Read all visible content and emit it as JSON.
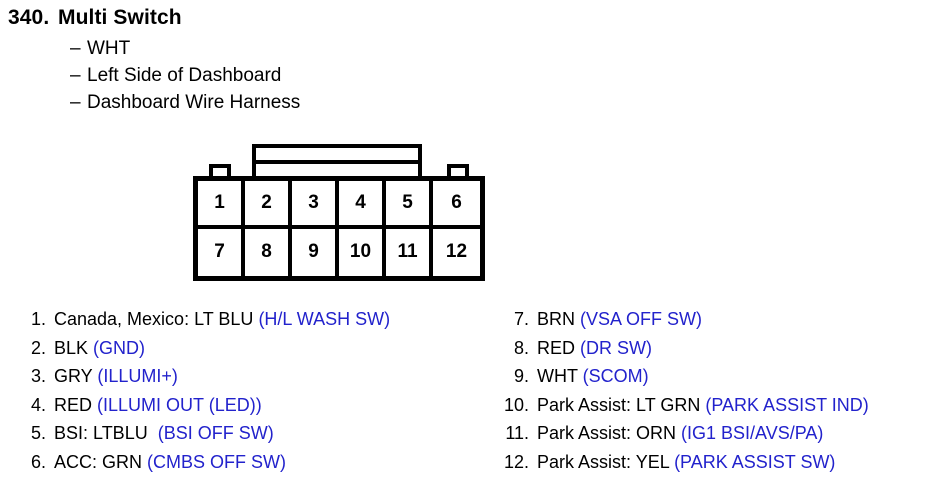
{
  "header": {
    "number": "340.",
    "title": "Multi Switch",
    "dash": "–",
    "details": [
      "WHT",
      "Left Side of Dashboard",
      "Dashboard Wire Harness"
    ]
  },
  "connector": {
    "pins": [
      "1",
      "2",
      "3",
      "4",
      "5",
      "6",
      "7",
      "8",
      "9",
      "10",
      "11",
      "12"
    ]
  },
  "colors": {
    "signal_blue": "#2222cc",
    "text_black": "#000000",
    "background": "#ffffff"
  },
  "pin_list_left": [
    {
      "num": "1.",
      "desc": "Canada, Mexico: LT BLU ",
      "sig": "(H/L WASH SW)"
    },
    {
      "num": "2.",
      "desc": "BLK ",
      "sig": "(GND)"
    },
    {
      "num": "3.",
      "desc": "GRY ",
      "sig": "(ILLUMI+)"
    },
    {
      "num": "4.",
      "desc": "RED ",
      "sig": "(ILLUMI OUT (LED))"
    },
    {
      "num": "5.",
      "desc": "BSI: LTBLU  ",
      "sig": "(BSI OFF SW)"
    },
    {
      "num": "6.",
      "desc": "ACC: GRN ",
      "sig": "(CMBS OFF SW)"
    }
  ],
  "pin_list_right": [
    {
      "num": "7.",
      "desc": "BRN ",
      "sig": "(VSA OFF SW)"
    },
    {
      "num": "8.",
      "desc": "RED ",
      "sig": "(DR SW)"
    },
    {
      "num": "9.",
      "desc": "WHT ",
      "sig": "(SCOM)"
    },
    {
      "num": "10.",
      "desc": "Park Assist: LT GRN ",
      "sig": "(PARK ASSIST IND)"
    },
    {
      "num": "11.",
      "desc": "Park Assist: ORN ",
      "sig": "(IG1 BSI/AVS/PA)"
    },
    {
      "num": "12.",
      "desc": "Park Assist: YEL ",
      "sig": "(PARK ASSIST SW)"
    }
  ]
}
